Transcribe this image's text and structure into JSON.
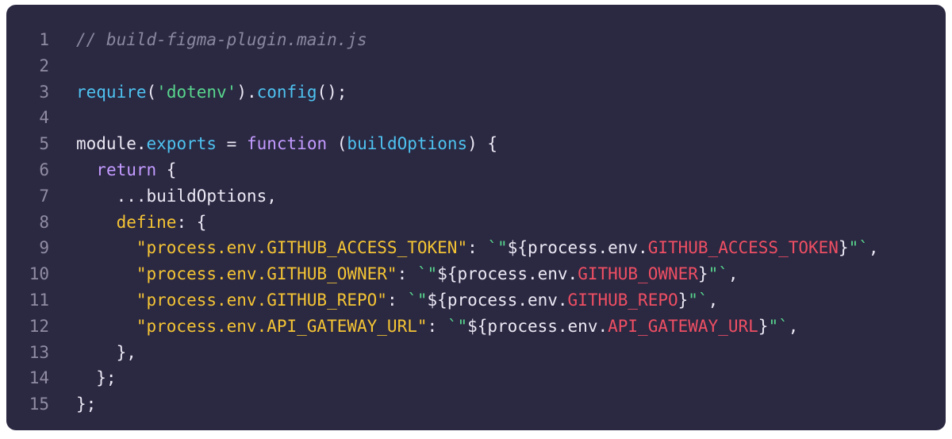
{
  "lines": [
    {
      "number": "1",
      "tokens": [
        {
          "text": "// build-figma-plugin.main.js",
          "type": "comment"
        }
      ]
    },
    {
      "number": "2",
      "tokens": []
    },
    {
      "number": "3",
      "tokens": [
        {
          "text": "require",
          "type": "func"
        },
        {
          "text": "(",
          "type": "plain"
        },
        {
          "text": "'dotenv'",
          "type": "str-green"
        },
        {
          "text": ").",
          "type": "plain"
        },
        {
          "text": "config",
          "type": "func"
        },
        {
          "text": "();",
          "type": "plain"
        }
      ]
    },
    {
      "number": "4",
      "tokens": []
    },
    {
      "number": "5",
      "tokens": [
        {
          "text": "module.",
          "type": "plain"
        },
        {
          "text": "exports",
          "type": "prop"
        },
        {
          "text": " = ",
          "type": "plain"
        },
        {
          "text": "function",
          "type": "keyword"
        },
        {
          "text": " (",
          "type": "plain"
        },
        {
          "text": "buildOptions",
          "type": "param"
        },
        {
          "text": ") {",
          "type": "plain"
        }
      ]
    },
    {
      "number": "6",
      "tokens": [
        {
          "text": "  ",
          "type": "plain"
        },
        {
          "text": "return",
          "type": "keyword"
        },
        {
          "text": " {",
          "type": "plain"
        }
      ]
    },
    {
      "number": "7",
      "tokens": [
        {
          "text": "    ...buildOptions,",
          "type": "plain"
        }
      ]
    },
    {
      "number": "8",
      "tokens": [
        {
          "text": "    ",
          "type": "plain"
        },
        {
          "text": "define",
          "type": "key"
        },
        {
          "text": ": {",
          "type": "plain"
        }
      ]
    },
    {
      "number": "9",
      "tokens": [
        {
          "text": "      ",
          "type": "plain"
        },
        {
          "text": "\"process.env.GITHUB_ACCESS_TOKEN\"",
          "type": "string"
        },
        {
          "text": ": ",
          "type": "plain"
        },
        {
          "text": "`\"",
          "type": "str-green"
        },
        {
          "text": "${process.env.",
          "type": "plain"
        },
        {
          "text": "GITHUB_ACCESS_TOKEN",
          "type": "env"
        },
        {
          "text": "}",
          "type": "plain"
        },
        {
          "text": "\"`",
          "type": "str-green"
        },
        {
          "text": ",",
          "type": "plain"
        }
      ]
    },
    {
      "number": "10",
      "tokens": [
        {
          "text": "      ",
          "type": "plain"
        },
        {
          "text": "\"process.env.GITHUB_OWNER\"",
          "type": "string"
        },
        {
          "text": ": ",
          "type": "plain"
        },
        {
          "text": "`\"",
          "type": "str-green"
        },
        {
          "text": "${process.env.",
          "type": "plain"
        },
        {
          "text": "GITHUB_OWNER",
          "type": "env"
        },
        {
          "text": "}",
          "type": "plain"
        },
        {
          "text": "\"`",
          "type": "str-green"
        },
        {
          "text": ",",
          "type": "plain"
        }
      ]
    },
    {
      "number": "11",
      "tokens": [
        {
          "text": "      ",
          "type": "plain"
        },
        {
          "text": "\"process.env.GITHUB_REPO\"",
          "type": "string"
        },
        {
          "text": ": ",
          "type": "plain"
        },
        {
          "text": "`\"",
          "type": "str-green"
        },
        {
          "text": "${process.env.",
          "type": "plain"
        },
        {
          "text": "GITHUB_REPO",
          "type": "env"
        },
        {
          "text": "}",
          "type": "plain"
        },
        {
          "text": "\"`",
          "type": "str-green"
        },
        {
          "text": ",",
          "type": "plain"
        }
      ]
    },
    {
      "number": "12",
      "tokens": [
        {
          "text": "      ",
          "type": "plain"
        },
        {
          "text": "\"process.env.API_GATEWAY_URL\"",
          "type": "string"
        },
        {
          "text": ": ",
          "type": "plain"
        },
        {
          "text": "`\"",
          "type": "str-green"
        },
        {
          "text": "${process.env.",
          "type": "plain"
        },
        {
          "text": "API_GATEWAY_URL",
          "type": "env"
        },
        {
          "text": "}",
          "type": "plain"
        },
        {
          "text": "\"`",
          "type": "str-green"
        },
        {
          "text": ",",
          "type": "plain"
        }
      ]
    },
    {
      "number": "13",
      "tokens": [
        {
          "text": "    },",
          "type": "plain"
        }
      ]
    },
    {
      "number": "14",
      "tokens": [
        {
          "text": "  };",
          "type": "plain"
        }
      ]
    },
    {
      "number": "15",
      "tokens": [
        {
          "text": "};",
          "type": "plain"
        }
      ]
    }
  ]
}
